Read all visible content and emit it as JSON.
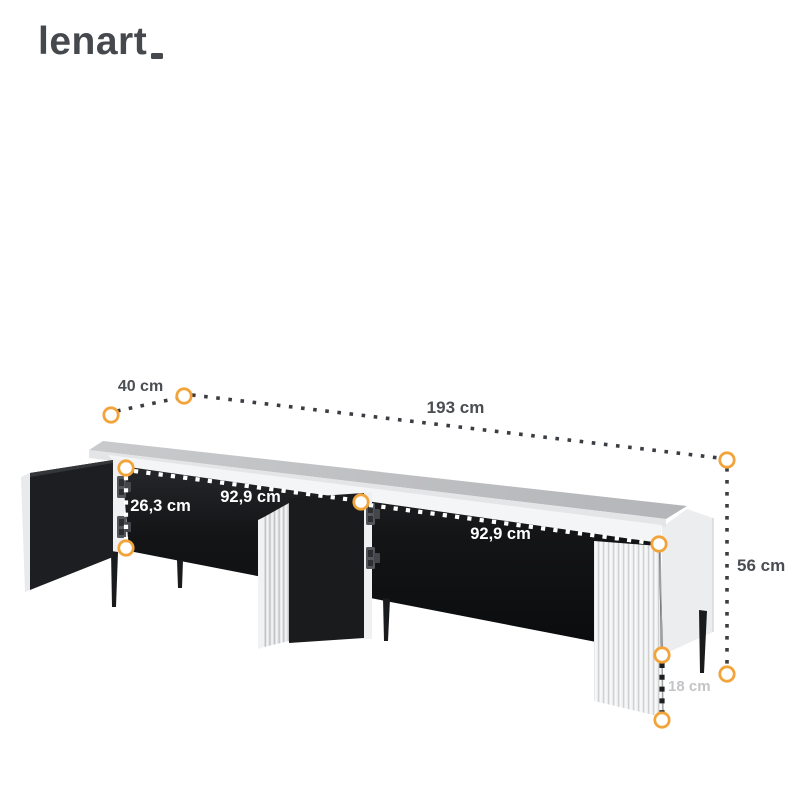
{
  "brand": {
    "name": "lenart"
  },
  "dimensions": {
    "depth": "40 cm",
    "width": "193 cm",
    "height": "56 cm",
    "leg_height": "18 cm",
    "interior_height": "26,3 cm",
    "interior_width_left": "92,9 cm",
    "interior_width_right": "92,9 cm"
  },
  "colors": {
    "accent_marker": "#F2A43A",
    "dimension_text": "#4A4D52",
    "dimension_text_light": "#C3C4C6",
    "logo": "#45484C",
    "interior_black": "#17181A",
    "top_panel_gray": "#BFC0C2",
    "background": "#FFFFFF"
  }
}
